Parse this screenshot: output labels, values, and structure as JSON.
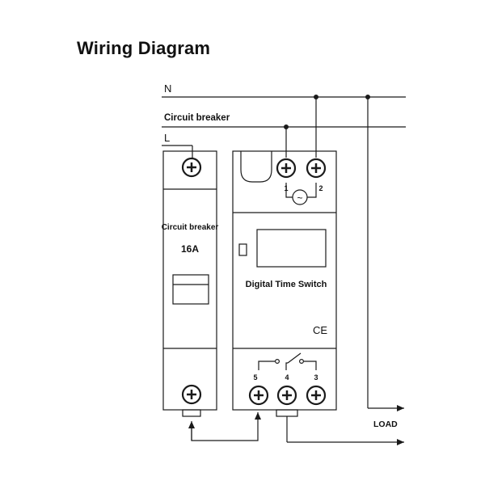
{
  "title": "Wiring Diagram",
  "lines": {
    "neutral": "N",
    "breaker_line": "Circuit breaker",
    "live": "L"
  },
  "breaker": {
    "label": "Circuit breaker",
    "rating": "16A"
  },
  "timer": {
    "label": "Digital Time Switch",
    "mark": "CE",
    "top_terminals": [
      "1",
      "2"
    ],
    "supply_symbol": "~",
    "bottom_terminals": [
      "5",
      "4",
      "3"
    ]
  },
  "load_label": "LOAD",
  "colors": {
    "ink": "#1a1a1a",
    "background": "#ffffff"
  }
}
